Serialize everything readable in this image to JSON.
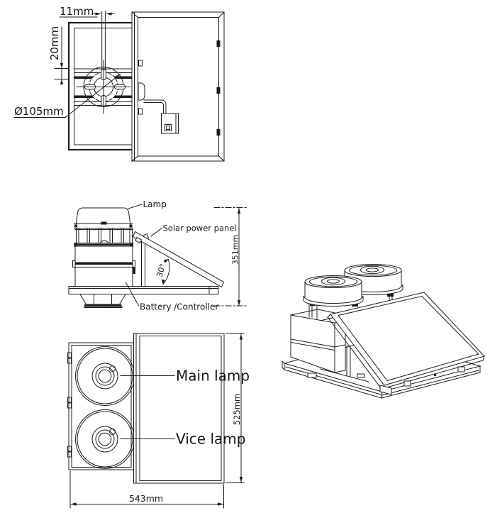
{
  "colors": {
    "background": "#ffffff",
    "line": "#1c1c1c"
  },
  "top_view": {
    "slot_width": "11mm",
    "vertical_offset": "20mm",
    "mount_diameter": "Ø105mm"
  },
  "side_view": {
    "lamp": "Lamp",
    "solar_panel": "Solar power panel",
    "battery": "Battery /Controller",
    "tilt_angle": "30°",
    "overall_height": "351mm"
  },
  "bottom_view": {
    "main_lamp": "Main lamp",
    "vice_lamp": "Vice lamp",
    "overall_depth": "525mm",
    "overall_width": "543mm"
  }
}
